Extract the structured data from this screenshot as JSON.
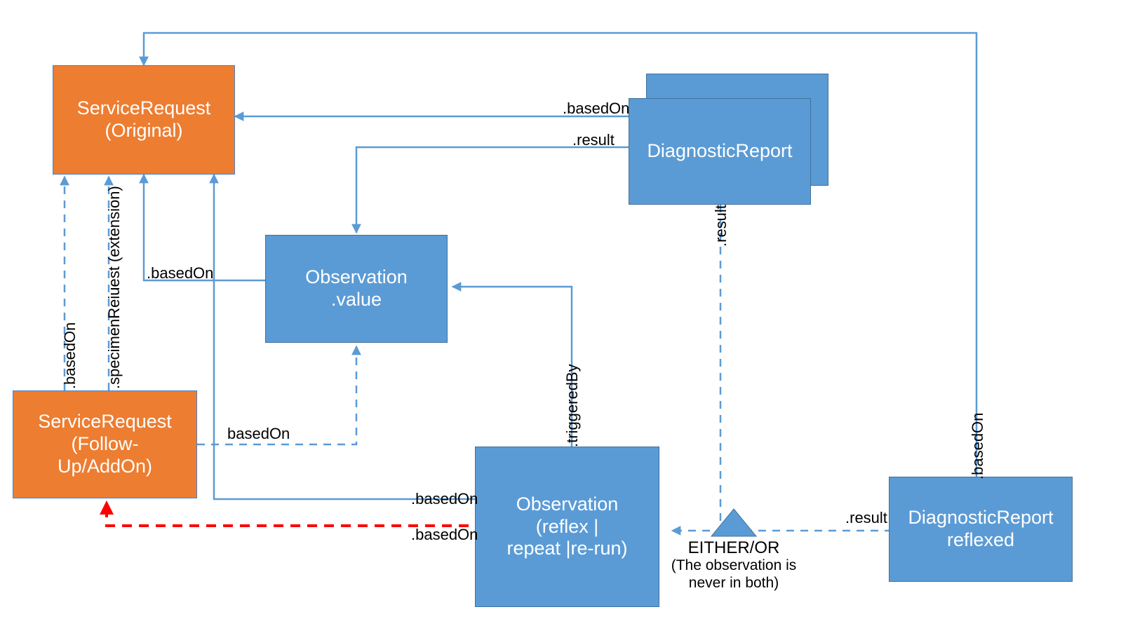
{
  "diagram": {
    "title": "FHIR ServiceRequest / Observation / DiagnosticReport relationships",
    "colors": {
      "orange_fill": "#ED7D31",
      "orange_border": "#4F81BD",
      "blue_fill": "#5B9BD5",
      "blue_border": "#41719C",
      "connector_blue": "#5B9BD5",
      "connector_red": "#FF0000",
      "text_on_shape": "#FFFFFF",
      "text_label": "#000000",
      "background": "#FFFFFF"
    },
    "nodes": [
      {
        "id": "service_request_original",
        "label": "ServiceRequest\n(Original)",
        "kind": "orange"
      },
      {
        "id": "service_request_followup",
        "label": "ServiceRequest\n(Follow-\nUp/AddOn)",
        "kind": "orange"
      },
      {
        "id": "observation_value",
        "label": "Observation\n.value",
        "kind": "blue"
      },
      {
        "id": "observation_reflex",
        "label": "Observation\n(reflex |\nrepeat |re-run)",
        "kind": "blue"
      },
      {
        "id": "diagnostic_report_back",
        "label": "",
        "kind": "blue"
      },
      {
        "id": "diagnostic_report",
        "label": "DiagnosticReport",
        "kind": "blue"
      },
      {
        "id": "diagnostic_report_reflexed",
        "label": "DiagnosticReport\nreflexed",
        "kind": "blue"
      }
    ],
    "edge_labels": [
      {
        "id": "dr-basedon",
        "text": ".basedOn"
      },
      {
        "id": "dr-result",
        "text": ".result"
      },
      {
        "id": "obsvalue-basedon",
        "text": ".basedOn"
      },
      {
        "id": "followup-basedon",
        "text": "basedOn"
      },
      {
        "id": "reflex-basedon-solid",
        "text": ".basedOn"
      },
      {
        "id": "reflex-basedon-red",
        "text": ".basedOn"
      },
      {
        "id": "reflexed-result",
        "text": ".result"
      },
      {
        "id": "sr-basedon-vertical",
        "text": ".basedOn"
      },
      {
        "id": "sr-specimenrequest-vertical",
        "text": ".specimenReiuest (extension)"
      },
      {
        "id": "dr-result-vertical",
        "text": ".result"
      },
      {
        "id": "triggeredby-vertical",
        "text": ".triggeredBy"
      },
      {
        "id": "reflexed-basedon-vertical",
        "text": ".basedOn"
      }
    ],
    "annotations": [
      {
        "id": "either-or",
        "text": "EITHER/OR",
        "note": "(The observation is\nnever in both)"
      }
    ]
  }
}
